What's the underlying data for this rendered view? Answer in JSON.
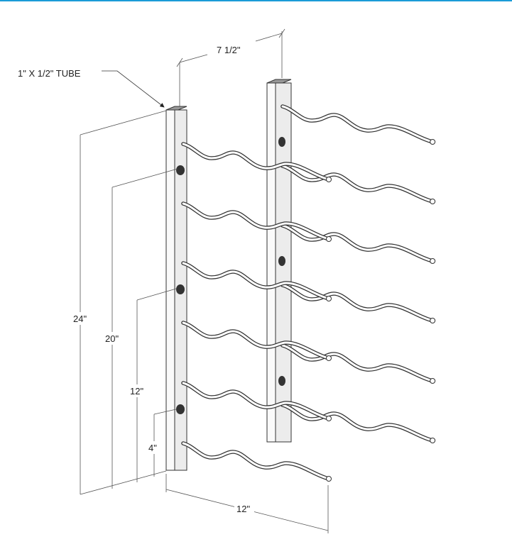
{
  "colors": {
    "accent_bar": "#1a9bd7"
  },
  "labels": {
    "tube": "1\" X 1/2\" TUBE",
    "post_spacing": "7 1/2\"",
    "height_total": "24\"",
    "height_20": "20\"",
    "height_12": "12\"",
    "height_4": "4\"",
    "depth": "12\""
  }
}
